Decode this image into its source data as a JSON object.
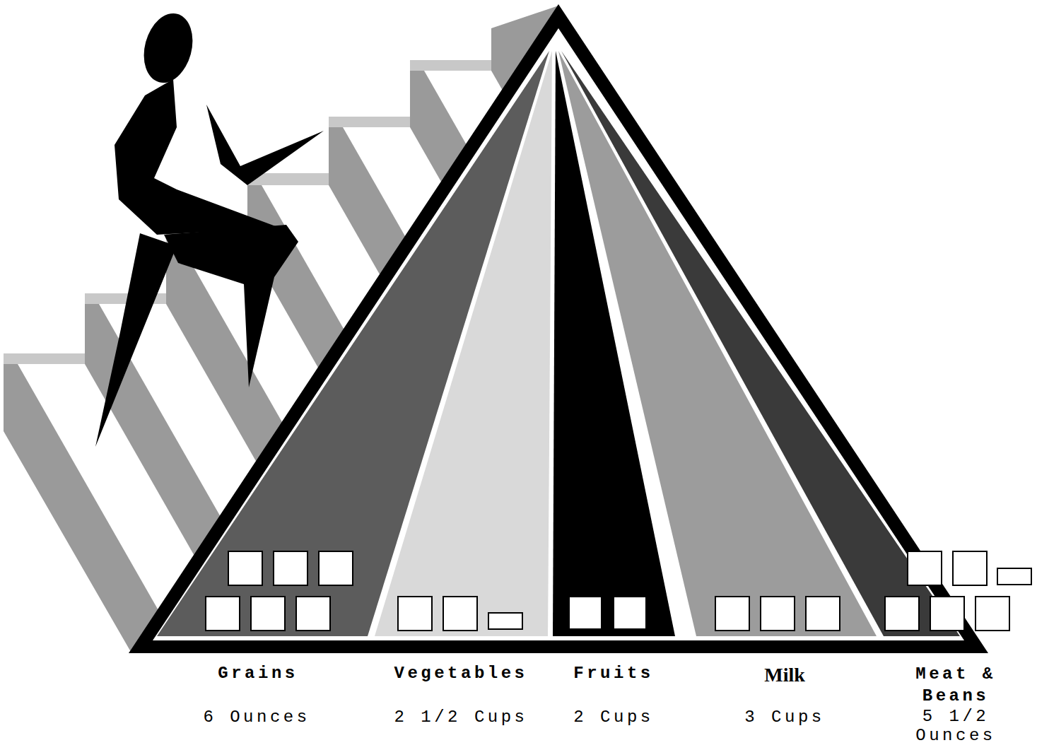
{
  "diagram": {
    "labels": [
      "Grains",
      "6 Ounces",
      "Vegetables",
      "2 1/2 Cups",
      "Fruits",
      "2 Cups",
      "Milk",
      "3 Cups",
      "Meat & Beans",
      "5 1/2 Ounces"
    ]
  }
}
